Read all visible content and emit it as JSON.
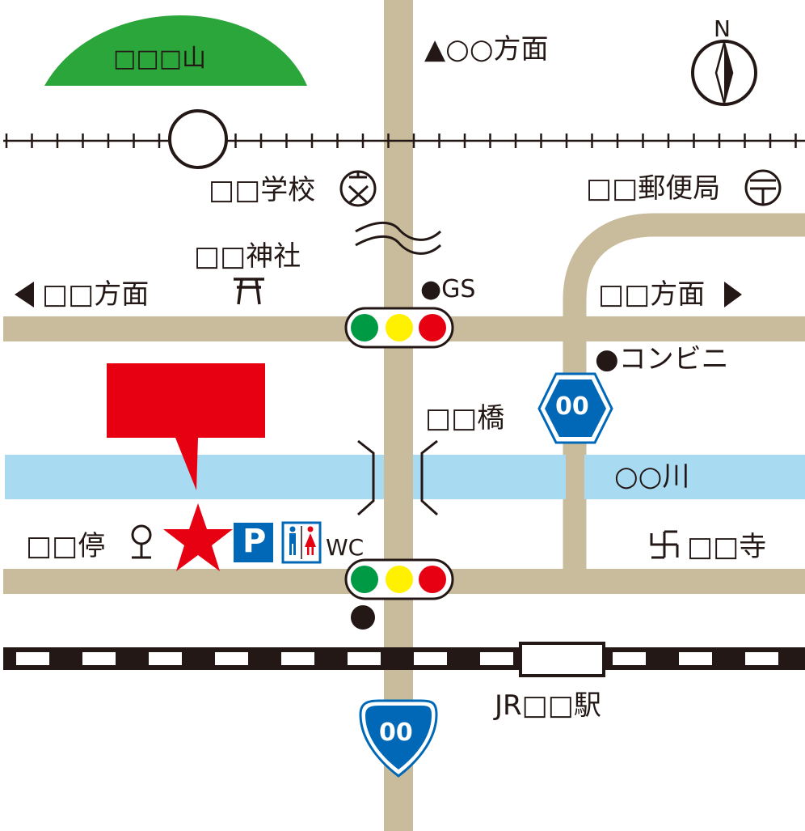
{
  "colors": {
    "road": "#c9bc9c",
    "river": "#a8daf1",
    "mountain": "#2aa63a",
    "star": "#e60012",
    "callout": "#e60012",
    "ink": "#231815",
    "route_sign": "#0068b7",
    "signal_green": "#009944",
    "signal_yellow": "#fff100",
    "signal_red": "#e60012"
  },
  "icons": {
    "compass": "compass-north-icon",
    "school": "school-map-symbol-icon",
    "post_office": "post-office-map-symbol-icon",
    "shrine": "torii-shrine-icon",
    "temple": "manji-temple-icon",
    "bus_stop": "bus-stop-icon",
    "parking": "parking-icon",
    "toilet": "toilet-icon",
    "star": "destination-star-icon"
  },
  "labels": {
    "mountain": "□□□山",
    "compass_n": "N",
    "top_direction": "▲○○方面",
    "school": "□□学校",
    "post_office": "□□郵便局",
    "shrine": "□□神社",
    "left_direction": "◀□□方面",
    "right_direction": "□□方面▶",
    "gas_station": "●GS",
    "convenience": "●コンビニ",
    "bridge": "□□橋",
    "river": "○○川",
    "bus_stop": "□□停",
    "parking": "P",
    "wc": "WC",
    "temple": "□□寺",
    "station": "JR□□駅"
  },
  "route_signs": {
    "national_route": "00",
    "prefectural_route": "00"
  }
}
